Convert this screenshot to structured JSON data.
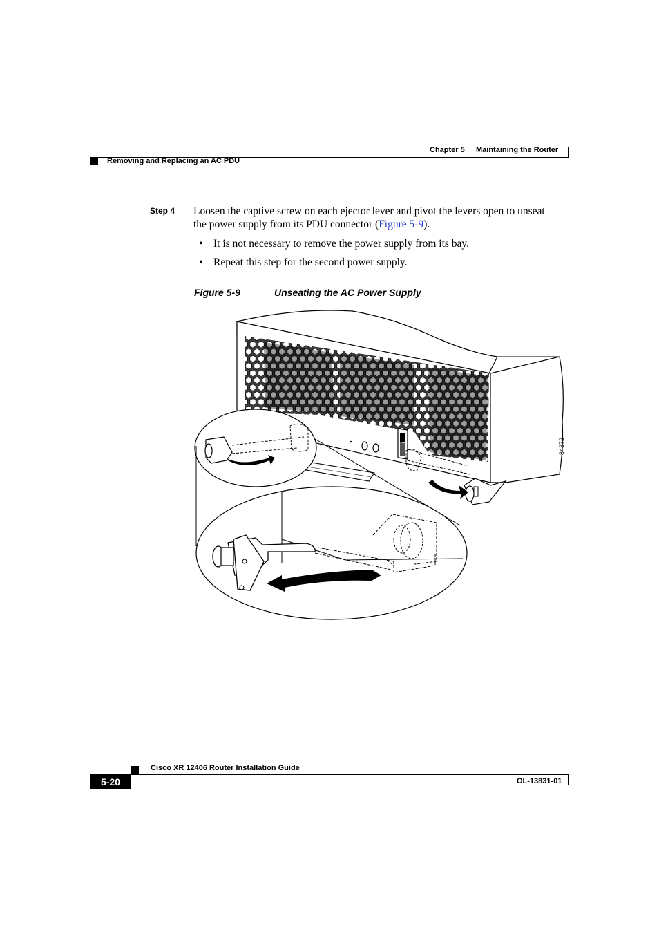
{
  "header": {
    "chapter_label": "Chapter 5",
    "chapter_title": "Maintaining the Router",
    "section_title": "Removing and Replacing an AC PDU"
  },
  "step": {
    "label": "Step 4",
    "text_line1": "Loosen the captive screw on each ejector lever and pivot the levers open to unseat",
    "text_line2_before": "the power supply from its PDU connector (",
    "link": "Figure 5-9",
    "text_line2_after": ").",
    "bullets": [
      "It is not necessary to remove the power supply from its bay.",
      "Repeat this step for the second power supply."
    ]
  },
  "figure": {
    "number": "Figure 5-9",
    "title": "Unseating the AC Power Supply",
    "art_id": "84372"
  },
  "footer": {
    "guide_title": "Cisco XR 12406 Router Installation Guide",
    "page_number": "5-20",
    "doc_id": "OL-13831-01"
  }
}
